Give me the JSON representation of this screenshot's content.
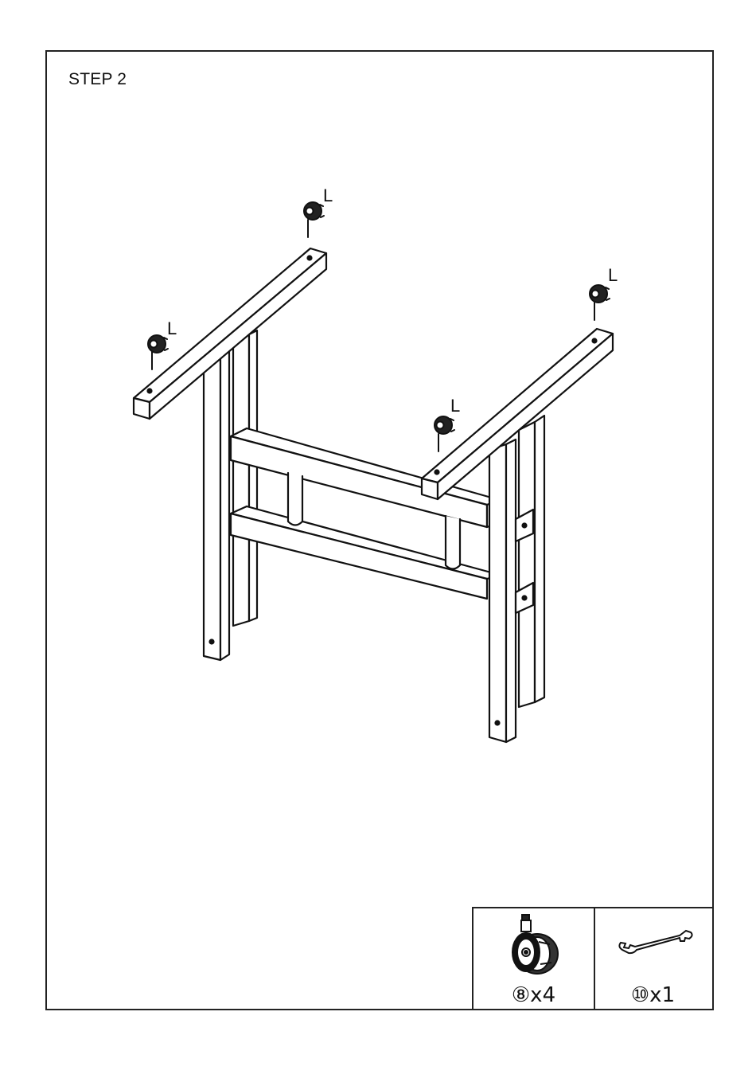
{
  "step": {
    "title": "STEP 2"
  },
  "callouts": {
    "caster_top_left": "L",
    "caster_top_center": "L",
    "caster_top_right": "L",
    "caster_center": "L"
  },
  "parts": [
    {
      "icon": "caster-wheel-icon",
      "label": "⑧x4"
    },
    {
      "icon": "wrench-icon",
      "label": "⑩x1"
    }
  ],
  "colors": {
    "line": "#111111",
    "paper": "#ffffff"
  }
}
